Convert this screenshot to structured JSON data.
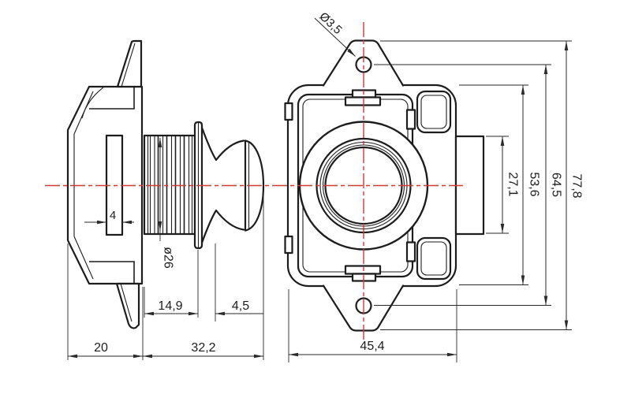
{
  "page": {
    "background": "#ffffff"
  },
  "drawing": {
    "type": "technical-drawing",
    "part": "push-button latch, side view and front view with dimensions",
    "colors": {
      "line": "#1d1d1d",
      "centerline": "#cf3a33",
      "dimension_text": "#1d1d1d"
    },
    "side_view": {
      "dims": {
        "slot_width": "4",
        "barrel_diameter": "ø26",
        "barrel_length": "14,9",
        "knob_neck": "4,5",
        "housing_depth": "20",
        "overall_depth": "32,2"
      }
    },
    "front_view": {
      "dims": {
        "hole_diameter": "Ø3,5",
        "plate_width": "45,4",
        "latch_pocket_height": "27,1",
        "body_height": "53,6",
        "hole_spacing": "64,5",
        "overall_height": "77,8"
      }
    }
  }
}
